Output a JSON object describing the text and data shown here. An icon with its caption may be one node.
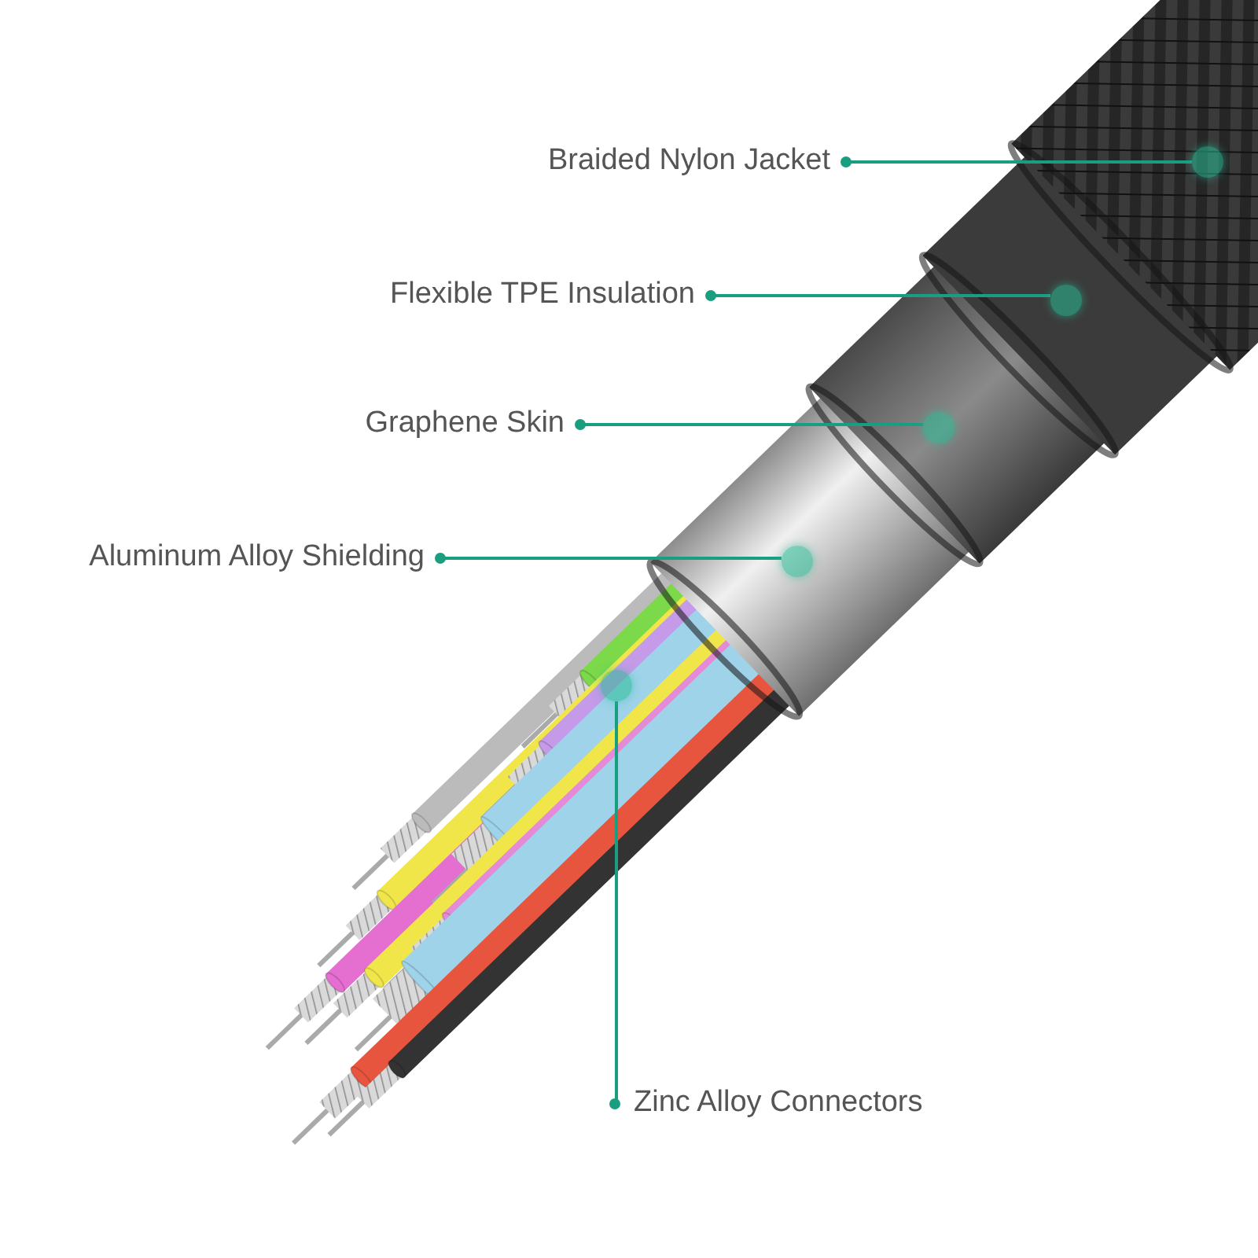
{
  "diagram": {
    "nodes": [
      {
        "text": [
          "Braided Nylon Jacket"
        ]
      },
      {
        "text": [
          "Flexible TPE Insulation"
        ]
      },
      {
        "text": [
          "Graphene Skin"
        ]
      },
      {
        "text": [
          "Aluminum Alloy Shielding"
        ]
      },
      {
        "text": [
          "Zinc Alloy Connectors"
        ]
      },
      {
        "text": [],
        "shape": "circle"
      },
      {
        "text": [],
        "shape": "circle"
      },
      {
        "text": [],
        "shape": "circle"
      },
      {
        "text": [],
        "shape": "circle"
      },
      {
        "text": [],
        "shape": "circle"
      }
    ],
    "edges": [
      {
        "from": 0,
        "to": 5,
        "arrow": "other"
      },
      {
        "from": 1,
        "to": 6,
        "arrow": "other"
      },
      {
        "from": 2,
        "to": 7,
        "arrow": "other"
      },
      {
        "from": 3,
        "to": 8,
        "arrow": "other"
      },
      {
        "from": 4,
        "to": 9,
        "arrow": "other"
      }
    ]
  }
}
